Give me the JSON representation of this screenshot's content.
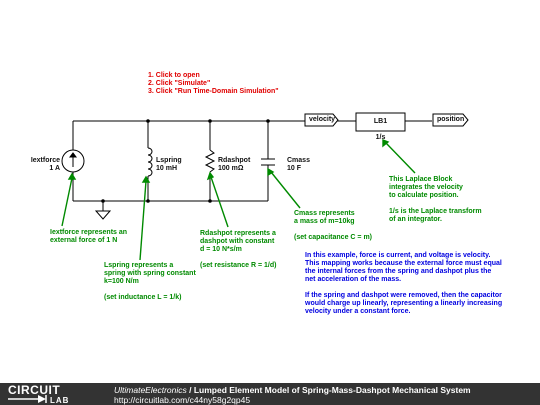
{
  "instructions": [
    "1. Click to open",
    "2. Click \"Simulate\"",
    "3. Click \"Run Time-Domain Simulation\""
  ],
  "components": {
    "iextforce": {
      "name": "Iextforce",
      "value": "1 A"
    },
    "lspring": {
      "name": "Lspring",
      "value": "10 mH"
    },
    "rdashpot": {
      "name": "Rdashpot",
      "value": "100 mΩ"
    },
    "cmass": {
      "name": "Cmass",
      "value": "10 F"
    },
    "laplace": {
      "name": "LB1",
      "function": "1/s"
    }
  },
  "net_labels": {
    "velocity": "velocity",
    "position": "position"
  },
  "annotations": {
    "iext": [
      "Iextforce represents an",
      "external force of 1 N"
    ],
    "lspring": [
      "Lspring represents a",
      "spring with spring constant",
      "k=100 N/m",
      "",
      "(set inductance L = 1/k)"
    ],
    "rdash": [
      "Rdashpot represents a",
      "dashpot with constant",
      "d = 10 N*s/m",
      "",
      "(set resistance R = 1/d)"
    ],
    "cmass": [
      "Cmass represents",
      "a mass of m=10kg",
      "",
      "(set capacitance C = m)"
    ],
    "laplace": [
      "This Laplace Block",
      "integrates the velocity",
      "to calculate position.",
      "",
      "1/s is the Laplace transform",
      "of an integrator."
    ],
    "explanation": [
      "In this example, force is current, and voltage is velocity.",
      "This mapping works because the external force must equal",
      "the internal forces from the spring and dashpot plus the",
      "net acceleration of the mass.",
      "",
      "If the spring and dashpot were removed, then the capacitor",
      "would charge up linearly, representing a linearly increasing",
      "velocity under a constant force."
    ]
  },
  "footer": {
    "logo_text_top": "CIRCUIT",
    "logo_text_bottom": "LAB",
    "author": "UltimateElectronics",
    "separator": " / ",
    "title": "Lumped Element Model of Spring-Mass-Dashpot Mechanical System",
    "url": "http://circuitlab.com/c44ny58g2qp45"
  },
  "colors": {
    "instructions": "#e00000",
    "annotations": "#008a00",
    "explanation": "#0000e0",
    "footer_bg": "#333333"
  }
}
